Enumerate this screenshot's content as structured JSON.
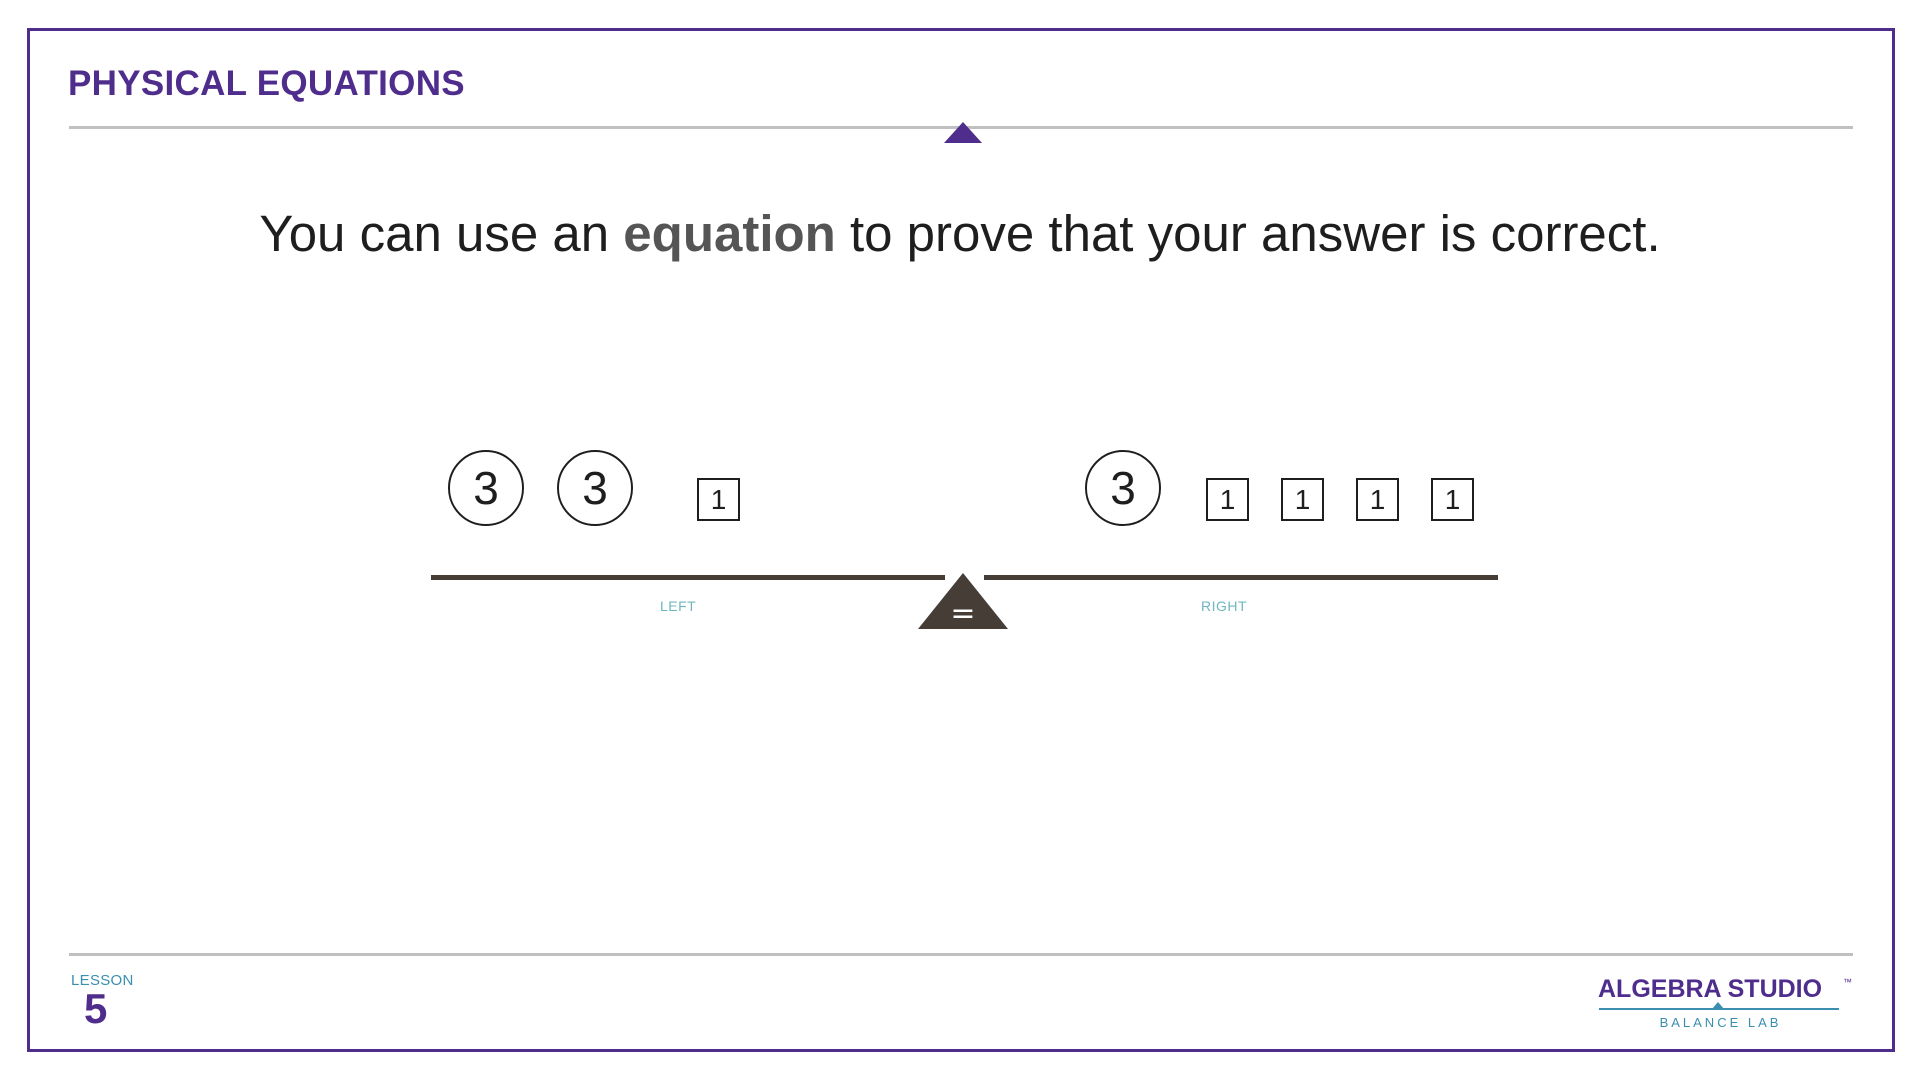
{
  "header": {
    "title": "PHYSICAL EQUATIONS"
  },
  "headline": {
    "before": "You can use an ",
    "emphasis": "equation",
    "after": " to prove that your answer is correct."
  },
  "balance": {
    "left_label": "LEFT",
    "right_label": "RIGHT",
    "fulcrum_symbol": "=",
    "left_tiles": [
      {
        "shape": "circle",
        "value": "3"
      },
      {
        "shape": "circle",
        "value": "3"
      },
      {
        "shape": "square",
        "value": "1"
      }
    ],
    "right_tiles": [
      {
        "shape": "circle",
        "value": "3"
      },
      {
        "shape": "square",
        "value": "1"
      },
      {
        "shape": "square",
        "value": "1"
      },
      {
        "shape": "square",
        "value": "1"
      },
      {
        "shape": "square",
        "value": "1"
      }
    ]
  },
  "footer": {
    "lesson_label": "LESSON",
    "lesson_number": "5",
    "brand_name": "ALGEBRA STUDIO",
    "brand_tm": "™",
    "brand_sub": "BALANCE LAB"
  },
  "colors": {
    "brand_purple": "#4f2d8c",
    "teal": "#3a8fb0",
    "label_teal": "#6fb7bf",
    "beam": "#463d37"
  }
}
